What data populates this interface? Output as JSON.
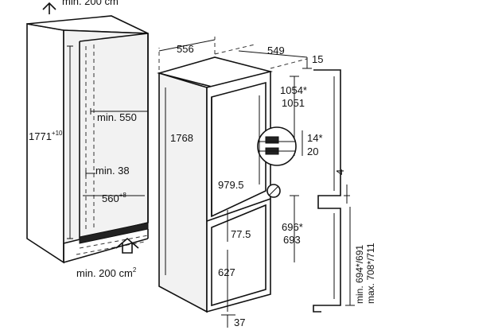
{
  "labels": {
    "top_partial": "min. 200 cm",
    "cabinet_height": "1771",
    "cabinet_height_tol": "+10",
    "min_550": "min. 550",
    "min_38": "min. 38",
    "niche_width": "560",
    "niche_width_tol": "+8",
    "bottom_vent": "min. 200 cm",
    "bottom_vent_sup": "2",
    "width_556": "556",
    "depth_549": "549",
    "gap_15": "15",
    "h_1054": "1054*",
    "h_1051": "1051",
    "h_1768": "1768",
    "h_14": "14*",
    "h_20": "20",
    "h_979": "979.5",
    "h_4": "4",
    "h_696": "696*",
    "h_693": "693",
    "h_775": "77.5",
    "h_694": "min. 694*/691",
    "h_708": "max. 708*/711",
    "h_627": "627",
    "h_37": "37"
  }
}
